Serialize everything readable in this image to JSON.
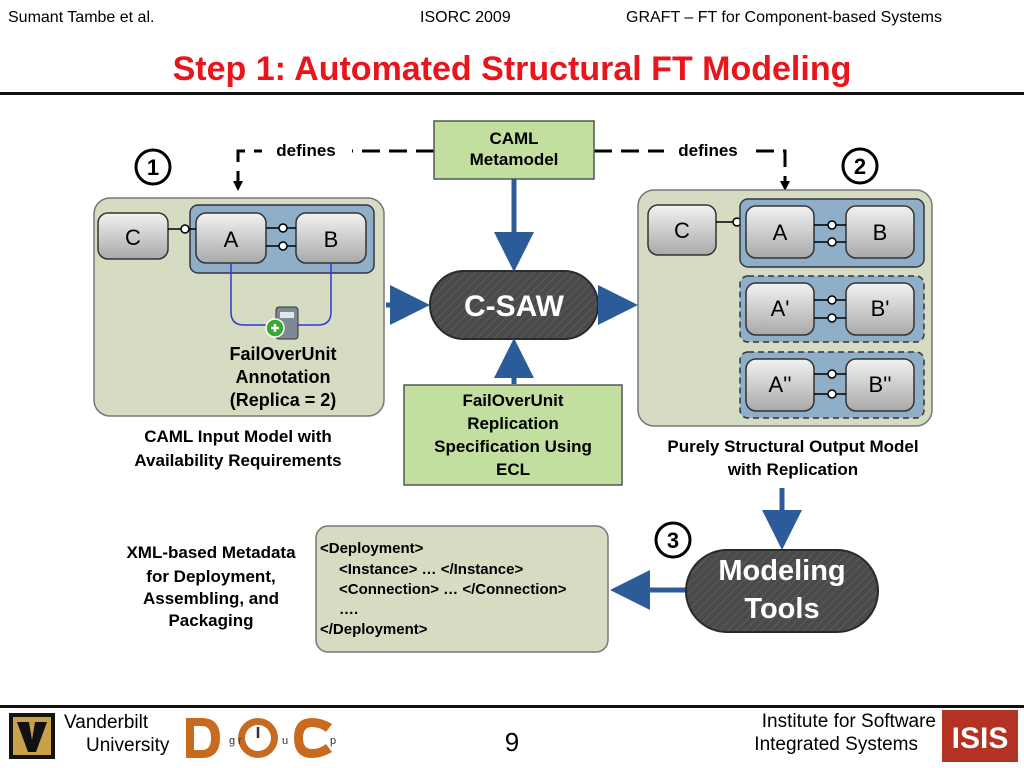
{
  "header": {
    "author": "Sumant Tambe et al.",
    "conference": "ISORC 2009",
    "topic": "GRAFT – FT for Component-based Systems"
  },
  "slide_title": "Step 1: Automated Structural FT Modeling",
  "diagram": {
    "metamodel_lines": [
      "CAML",
      "Metamodel"
    ],
    "defines_label": "defines",
    "step1": "1",
    "step2": "2",
    "step3": "3",
    "comp_c": "C",
    "comp_a": "A",
    "comp_b": "B",
    "comp_a1": "A'",
    "comp_b1": "B'",
    "comp_a2": "A''",
    "comp_b2": "B''",
    "annotation_lines": [
      "FailOverUnit",
      "Annotation",
      "(Replica = 2)"
    ],
    "input_caption_lines": [
      "CAML Input Model with",
      "Availability Requirements"
    ],
    "csaw": "C-SAW",
    "spec_lines": [
      "FailOverUnit",
      "Replication",
      "Specification Using",
      "ECL"
    ],
    "output_caption_lines": [
      "Purely Structural Output Model",
      "with Replication"
    ],
    "tools_lines": [
      "Modeling",
      "Tools"
    ],
    "xml_lines": [
      "<Deployment>",
      "<Instance>  … </Instance>",
      "<Connection> … </Connection>",
      "….",
      "</Deployment>"
    ],
    "xml_caption_lines": [
      "XML-based Metadata",
      "for Deployment,",
      "Assembling, and",
      "Packaging"
    ]
  },
  "footer": {
    "vanderbilt_lines": [
      "Vanderbilt",
      "University"
    ],
    "doc_logo_letters": [
      "g",
      "r",
      "u",
      "p"
    ],
    "page_number": "9",
    "isis_lines": [
      "Institute for Software",
      "Integrated Systems"
    ],
    "isis_logo_text": "ISIS"
  },
  "colors": {
    "title": "#e8151c",
    "panel_fill": "#d6dcc2",
    "spec_fill": "#c3df9f",
    "group_fill": "#8fafc9",
    "arrow_blue": "#2c5b9a",
    "dark_node": "#4a4a4a"
  }
}
